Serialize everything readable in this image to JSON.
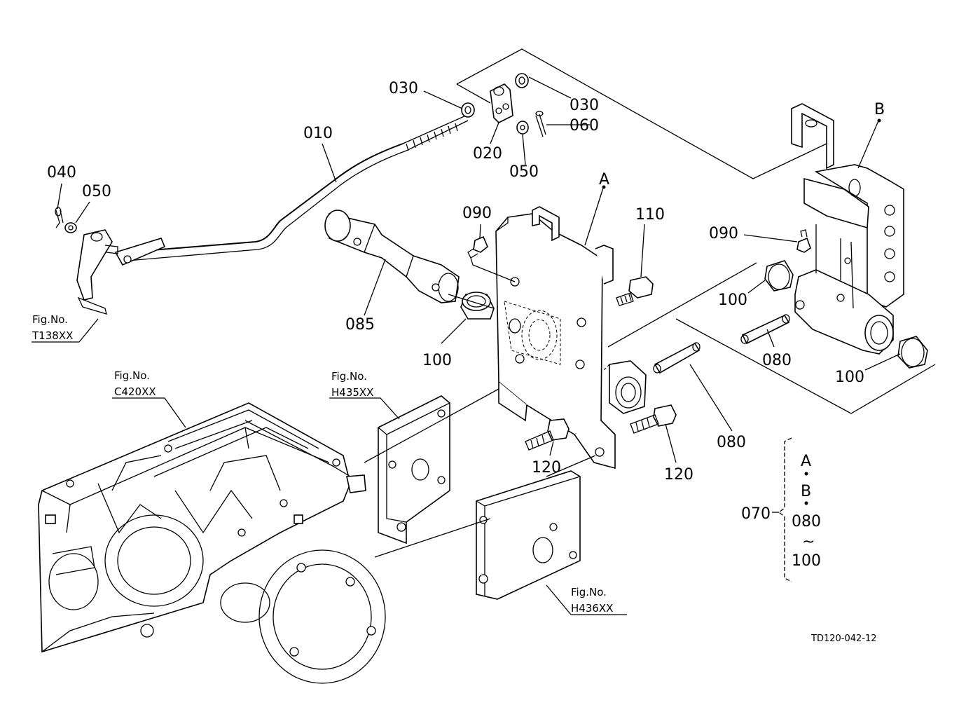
{
  "diagram": {
    "callouts": {
      "p030_left": "030",
      "p030_right": "030",
      "p060": "060",
      "p020": "020",
      "p050_top": "050",
      "p010": "010",
      "p040": "040",
      "p050_left": "050",
      "p090_center": "090",
      "p110": "110",
      "p090_right": "090",
      "p085": "085",
      "p100_center": "100",
      "p100_right_top": "100",
      "p100_right_bottom": "100",
      "p080_right": "080",
      "p080_center": "080",
      "p120_left": "120",
      "p120_right": "120",
      "p070": "070",
      "assembly_A": "A",
      "assembly_B": "B"
    },
    "figure_refs": {
      "t138": {
        "label": "Fig.No.",
        "code": "T138XX"
      },
      "c420": {
        "label": "Fig.No.",
        "code": "C420XX"
      },
      "h435": {
        "label": "Fig.No.",
        "code": "H435XX"
      },
      "h436": {
        "label": "Fig.No.",
        "code": "H436XX"
      }
    },
    "kit_bracket": {
      "line1": "A",
      "line2": "B",
      "line3": "080",
      "line4": "~",
      "line5": "100"
    },
    "drawing_number": "TD120-042-12"
  }
}
